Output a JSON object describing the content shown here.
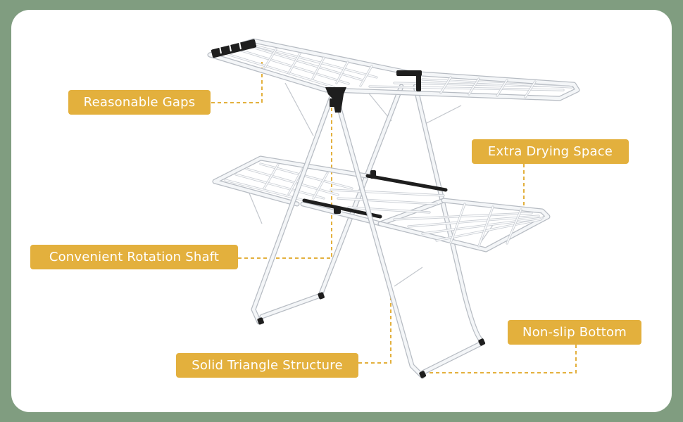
{
  "labels": {
    "reasonable_gaps": "Reasonable Gaps",
    "extra_drying_space": "Extra Drying Space",
    "convenient_rotation_shaft": "Convenient Rotation Shaft",
    "non_slip_bottom": "Non-slip Bottom",
    "solid_triangle_structure": "Solid Triangle Structure"
  },
  "colors": {
    "background": "#809d80",
    "card": "#ffffff",
    "label_fill": "#e3b03d",
    "label_text": "#ffffff",
    "leader_line": "#e3b03d",
    "rack_frame": "#f4f6f8",
    "rack_outline": "#b7bcc3",
    "rack_joints": "#1e1e1e"
  },
  "icons": {
    "product": "drying-rack-illustration"
  }
}
